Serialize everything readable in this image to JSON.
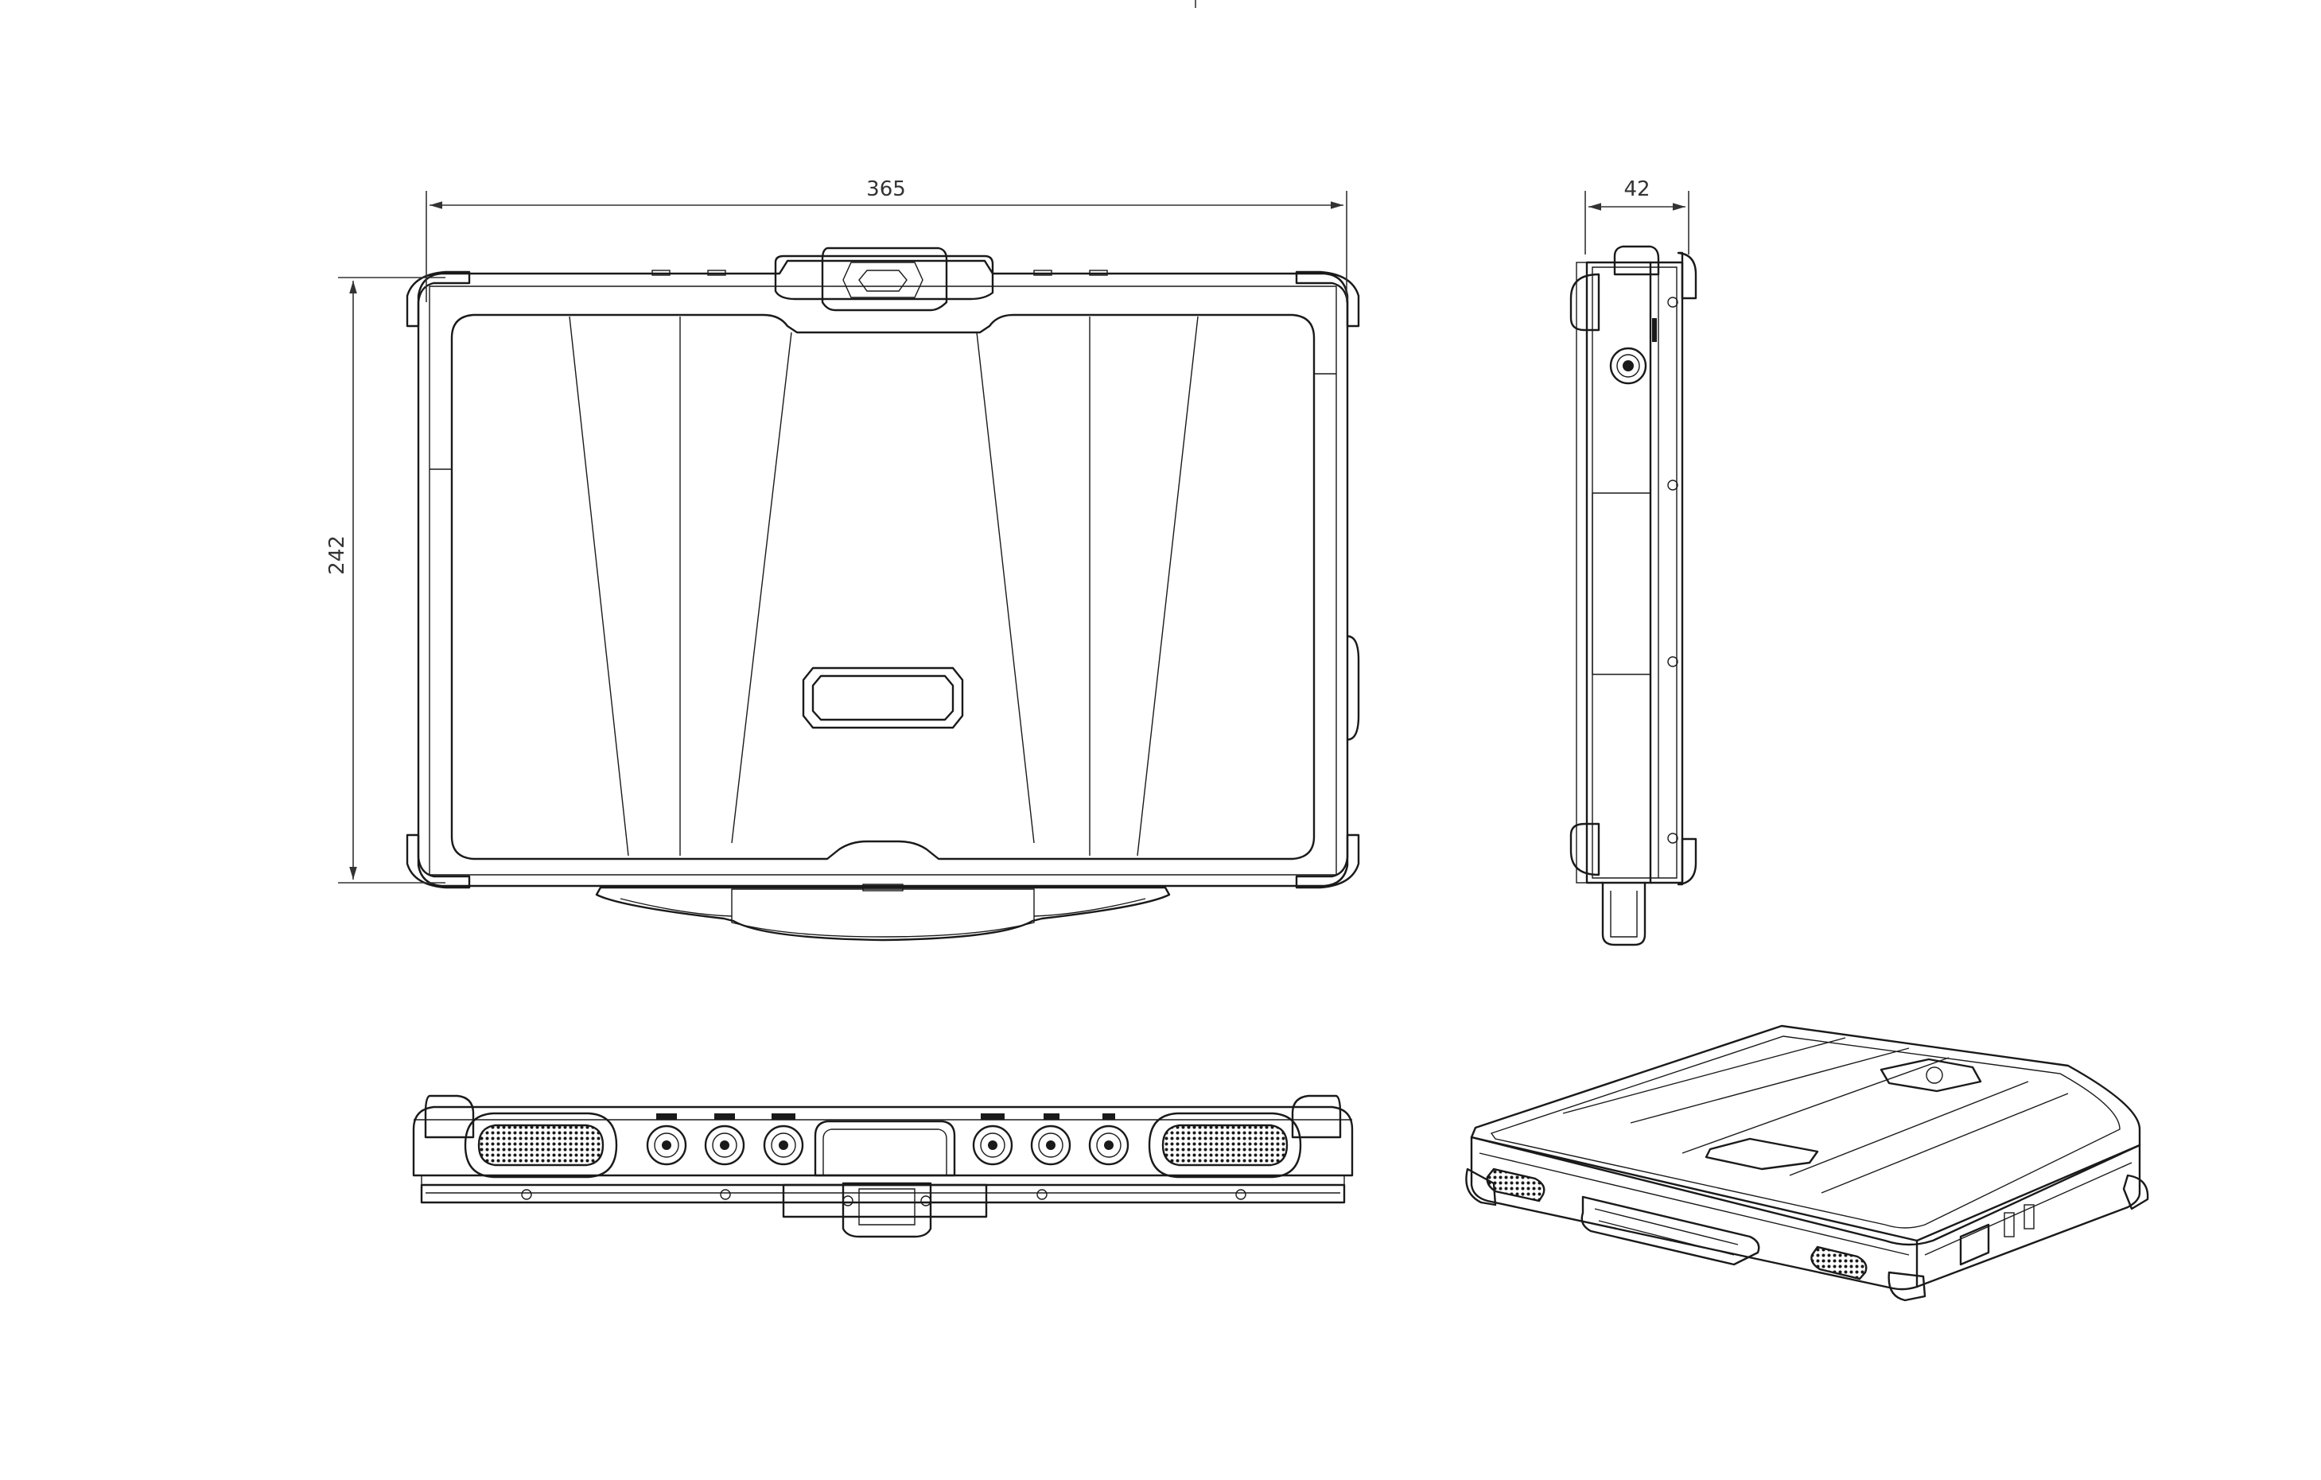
{
  "dimensions": {
    "width_label": "365",
    "height_label": "242",
    "depth_label": "42"
  },
  "views": {
    "front": "top-view",
    "side": "side-view",
    "bottom": "front-edge-view",
    "iso": "isometric-view"
  },
  "colors": {
    "line": "#1a1a1a",
    "background": "#ffffff"
  }
}
